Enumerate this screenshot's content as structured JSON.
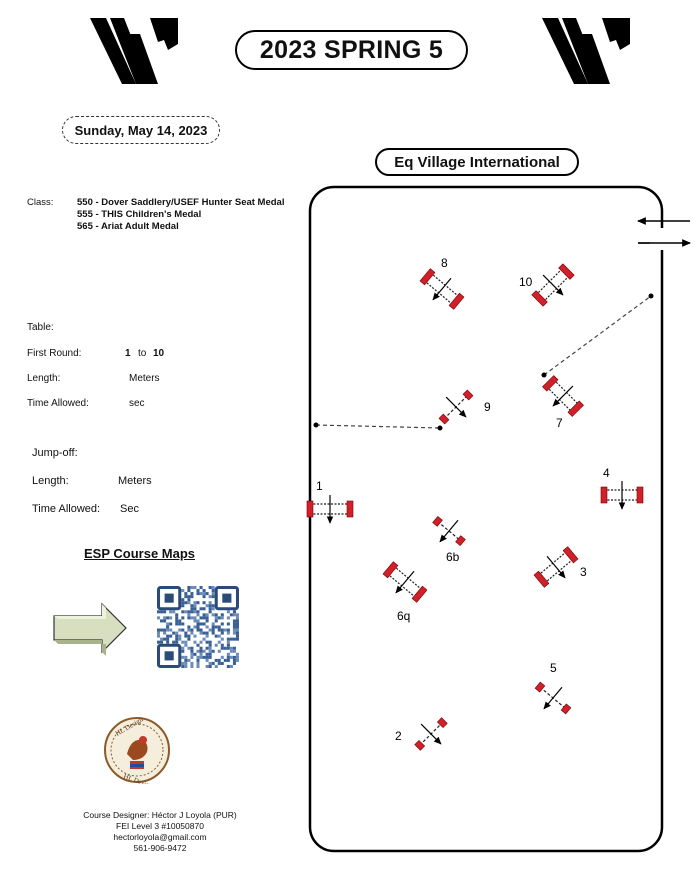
{
  "header": {
    "title": "2023 SPRING 5",
    "date": "Sunday, May 14, 2023",
    "venue": "Eq Village International"
  },
  "class_info": {
    "label": "Class:",
    "classes": [
      "550 - Dover Saddlery/USEF Hunter Seat Medal",
      "555 - THIS Children's Medal",
      "565 - Ariat Adult Medal"
    ]
  },
  "table": {
    "label": "Table:",
    "first_round_label": "First Round:",
    "first_round_from": "1",
    "first_round_to_word": "to",
    "first_round_to": "10",
    "length_label": "Length:",
    "length_unit": "Meters",
    "time_label": "Time Allowed:",
    "time_unit": "sec"
  },
  "jumpoff": {
    "label": "Jump-off:",
    "length_label": "Length:",
    "length_unit": "Meters",
    "time_label": "Time Allowed:",
    "time_unit": "Sec"
  },
  "esp": {
    "title": "ESP Course Maps"
  },
  "designer": {
    "line1": "Course Designer: Héctor J Loyola (PUR)",
    "line2": "FEI Level 3 #10050870",
    "line3": "hectorloyola@gmail.com",
    "line4": "561-906-9472"
  },
  "badge": {
    "top_text": "HL Design",
    "bottom_text": "HL Design"
  },
  "fences": [
    {
      "label": "1"
    },
    {
      "label": "2"
    },
    {
      "label": "3"
    },
    {
      "label": "4"
    },
    {
      "label": "5"
    },
    {
      "label": "6q"
    },
    {
      "label": "6b"
    },
    {
      "label": "7"
    },
    {
      "label": "8"
    },
    {
      "label": "9"
    },
    {
      "label": "10"
    }
  ],
  "colors": {
    "rail": "#d0202a",
    "border": "#000000",
    "dashed": "#444444"
  }
}
